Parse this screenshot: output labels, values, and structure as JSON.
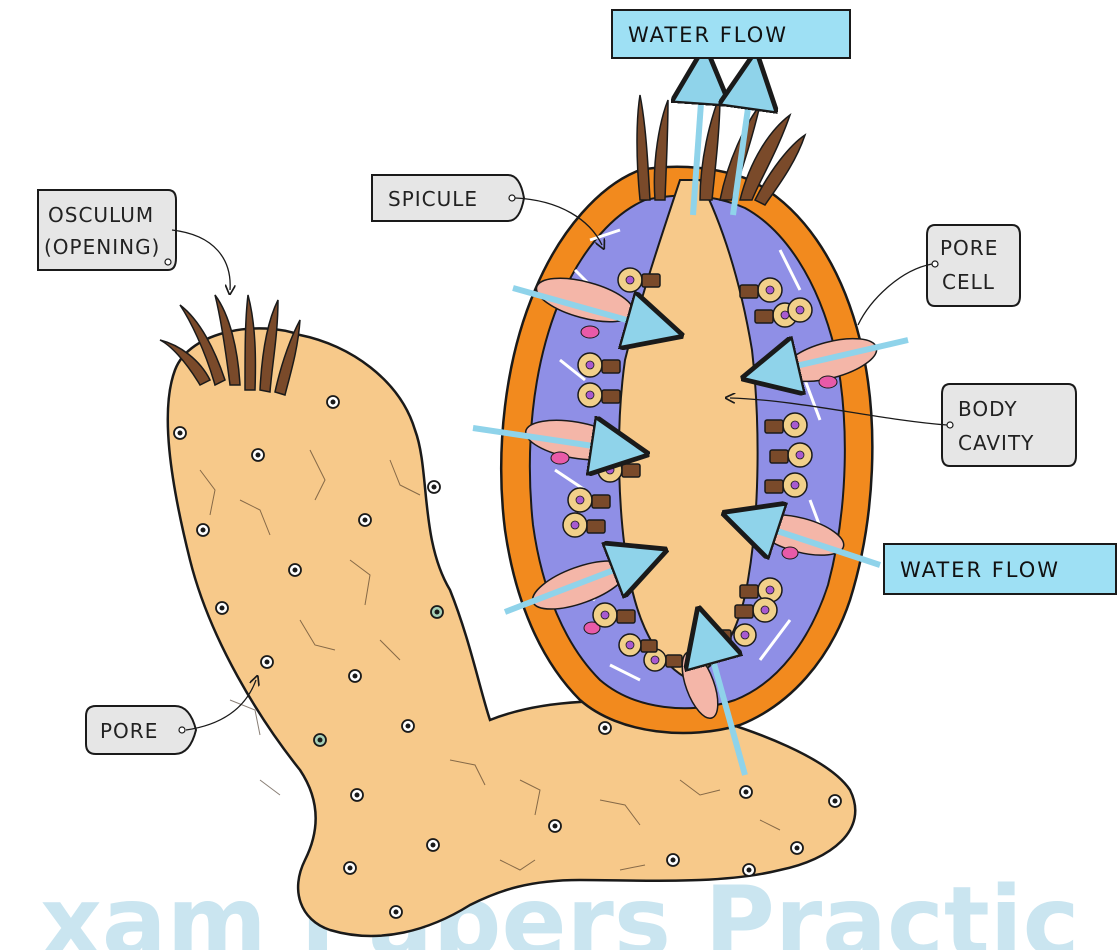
{
  "labels": {
    "water_flow_top": "WATER FLOW",
    "water_flow_right": "WATER FLOW",
    "spicule": "SPICULE",
    "osculum_line1": "OSCULUM",
    "osculum_line2": "(OPENING)",
    "pore_cell_line1": "PORE",
    "pore_cell_line2": "CELL",
    "body_cavity_line1": "BODY",
    "body_cavity_line2": "CAVITY",
    "pore": "PORE"
  },
  "watermark": "xam Papers Practic",
  "colors": {
    "body": "#f7c98a",
    "outline": "#1a1a1a",
    "outer_layer": "#f28a1e",
    "inner_layer": "#8f8fe6",
    "pore_cell": "#f4b6a8",
    "collar_cell": "#f1d08a",
    "tentacle": "#7a4a2a",
    "arrow": "#8fd3ea",
    "flow_box": "#9ee0f4",
    "label_box": "#e6e6e6"
  }
}
